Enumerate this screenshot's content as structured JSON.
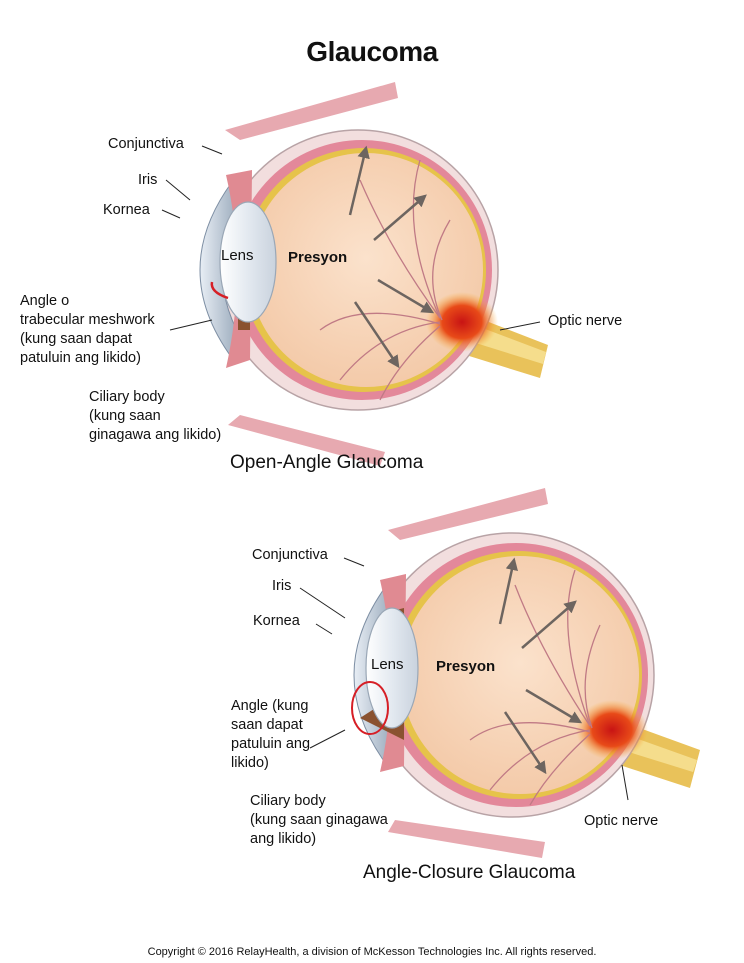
{
  "title": "Glaucoma",
  "open_angle": {
    "caption": "Open-Angle Glaucoma",
    "labels": {
      "conjunctiva": "Conjunctiva",
      "iris": "Iris",
      "cornea": "Kornea",
      "angle": "Angle o\ntrabecular meshwork\n(kung saan dapat\npatuluin ang likido)",
      "ciliary": "Ciliary body\n(kung saan\nginagawa ang likido)",
      "lens": "Lens",
      "pressure": "Presyon",
      "optic_nerve": "Optic nerve"
    }
  },
  "closed_angle": {
    "caption": "Angle-Closure Glaucoma",
    "labels": {
      "conjunctiva": "Conjunctiva",
      "iris": "Iris",
      "cornea": "Kornea",
      "angle": "Angle (kung\nsaan dapat\npatuluin ang\nlikido)",
      "ciliary": "Ciliary body\n(kung saan ginagawa\nang likido)",
      "lens": "Lens",
      "pressure": "Presyon",
      "optic_nerve": "Optic nerve"
    }
  },
  "copyright": "Copyright © 2016 RelayHealth, a division of McKesson Technologies Inc. All rights reserved.",
  "colors": {
    "sclera": "#f2dede",
    "sclera_edge": "#b8a3a6",
    "choroid": "#e3889a",
    "retina": "#e6c34a",
    "vitreous": "#f9d7bb",
    "vein": "#c07a85",
    "nerve": "#e9c25a",
    "optic_disc": "#d8211e",
    "cornea": "#b6c4d4",
    "lens": "#e7ecf2",
    "iris": "#8a5230",
    "arrow": "#6d6560",
    "highlight": "#d61f26"
  }
}
